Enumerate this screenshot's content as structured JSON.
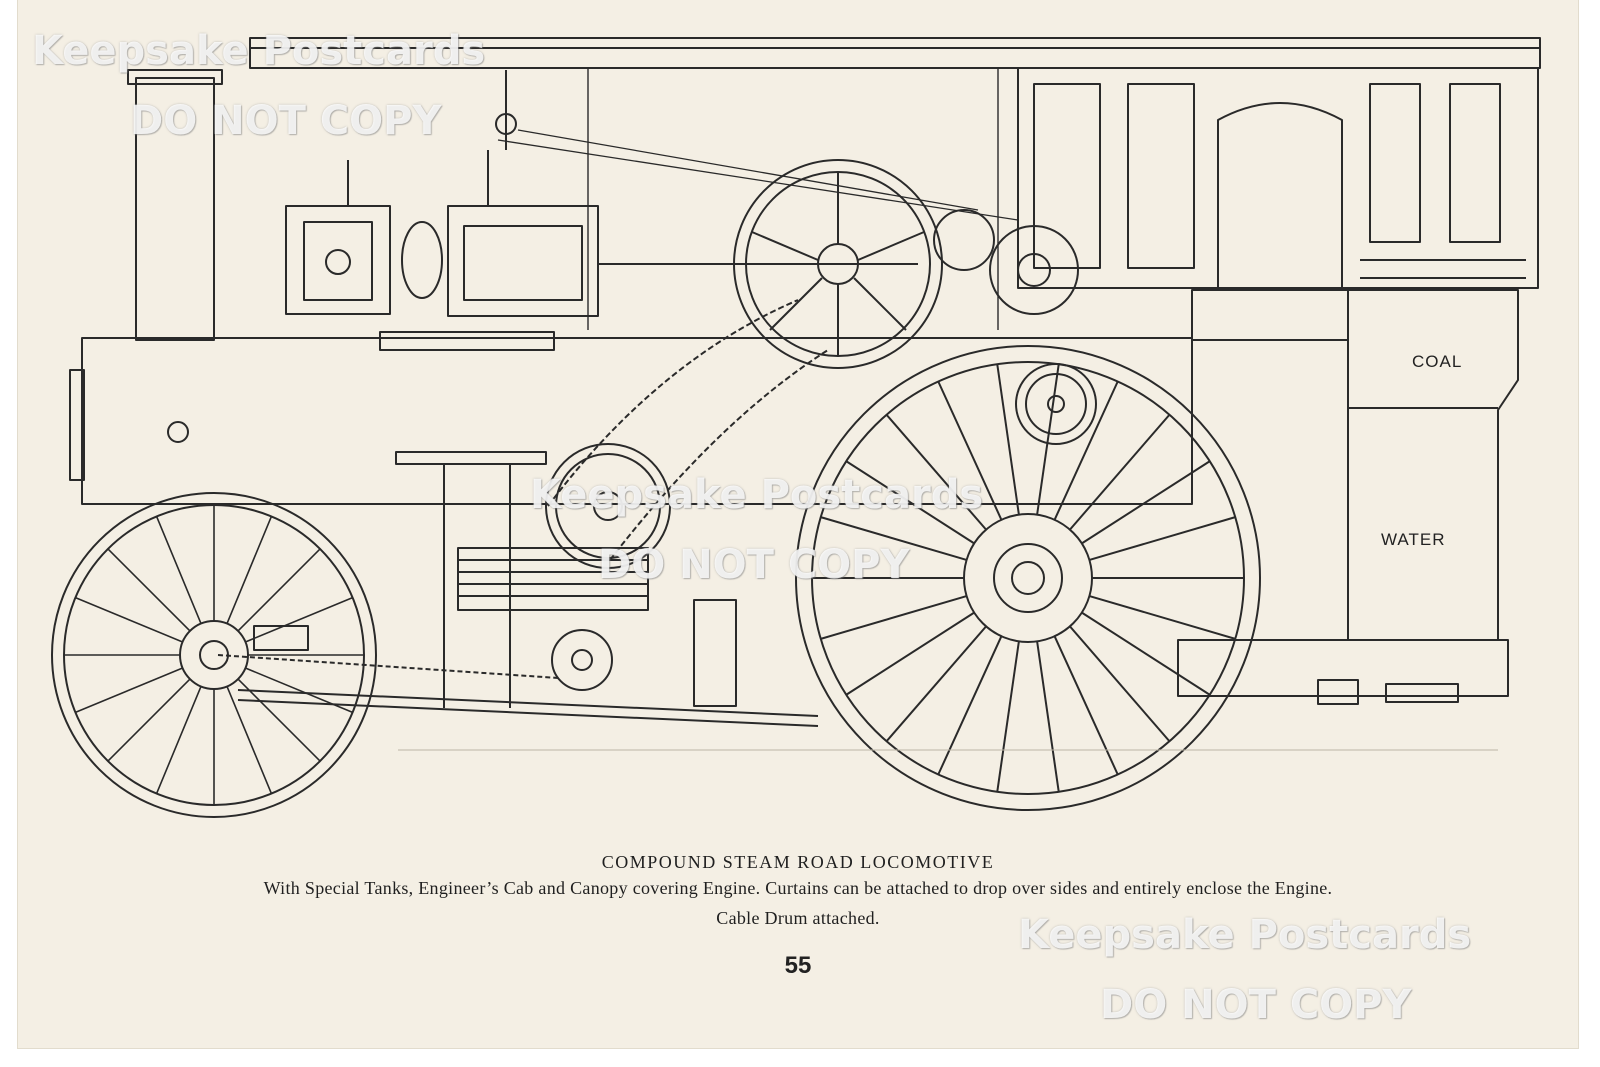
{
  "labels": {
    "coal": "COAL",
    "water": "WATER"
  },
  "caption": {
    "title": "COMPOUND STEAM ROAD LOCOMOTIVE",
    "line1": "With Special Tanks, Engineer’s Cab and Canopy covering Engine.  Curtains can be attached to drop over sides and entirely enclose the  Engine.",
    "line2": "Cable Drum attached."
  },
  "page_number": "55",
  "watermarks": {
    "brand": "Keepsake Postcards",
    "notice": "DO NOT COPY"
  },
  "colors": {
    "paper": "#f4efe4",
    "ink": "#2a2a2a"
  }
}
